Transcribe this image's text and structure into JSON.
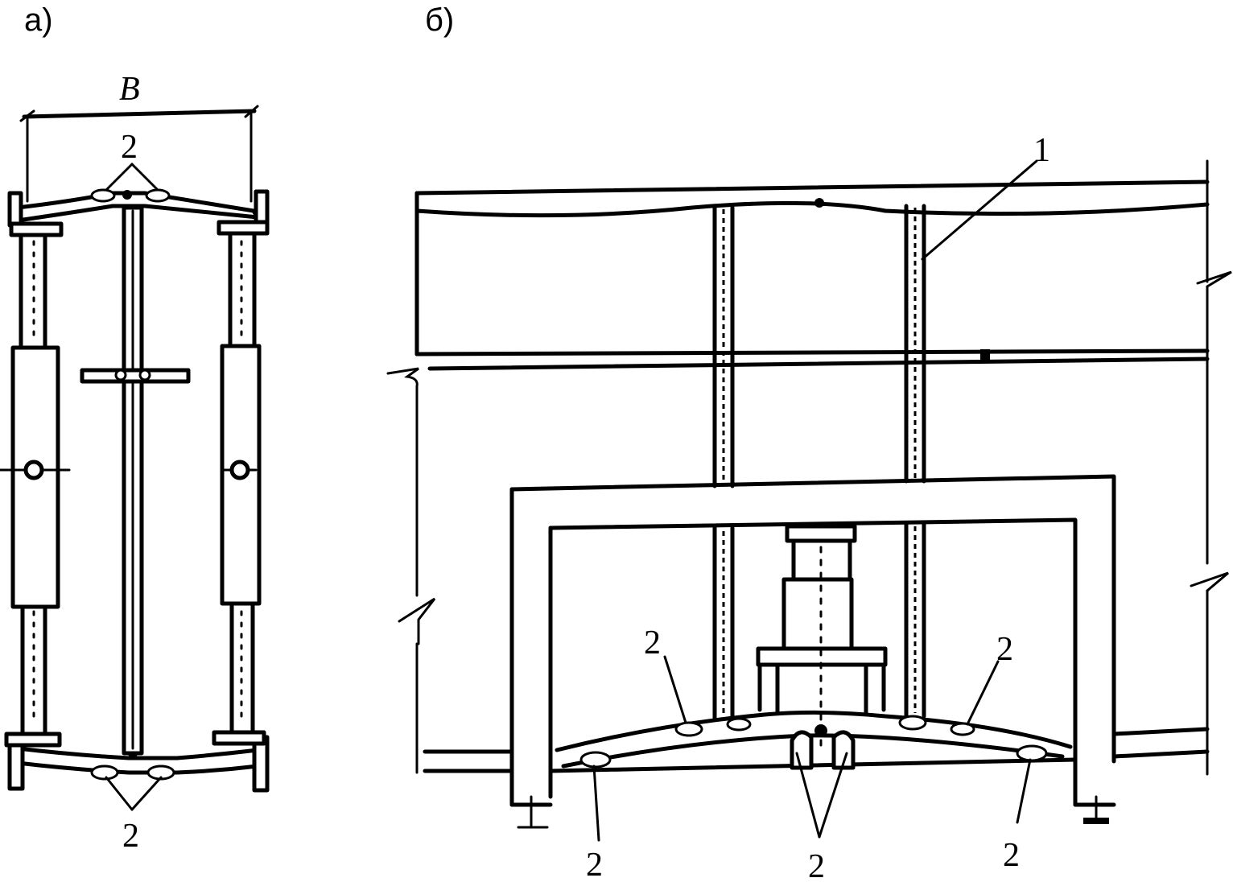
{
  "panels": [
    {
      "label": "а)"
    },
    {
      "label": "б)"
    }
  ],
  "dimension_label": "B",
  "callouts": {
    "a_top": "2",
    "a_bottom": "2",
    "b_part1": "1",
    "b_weld_left_upper": "2",
    "b_weld_right_upper": "2",
    "b_weld_left_lower": "2",
    "b_weld_center": "2",
    "b_weld_right_lower": "2"
  },
  "colors": {
    "ink": "#000000",
    "paper": "#ffffff"
  }
}
